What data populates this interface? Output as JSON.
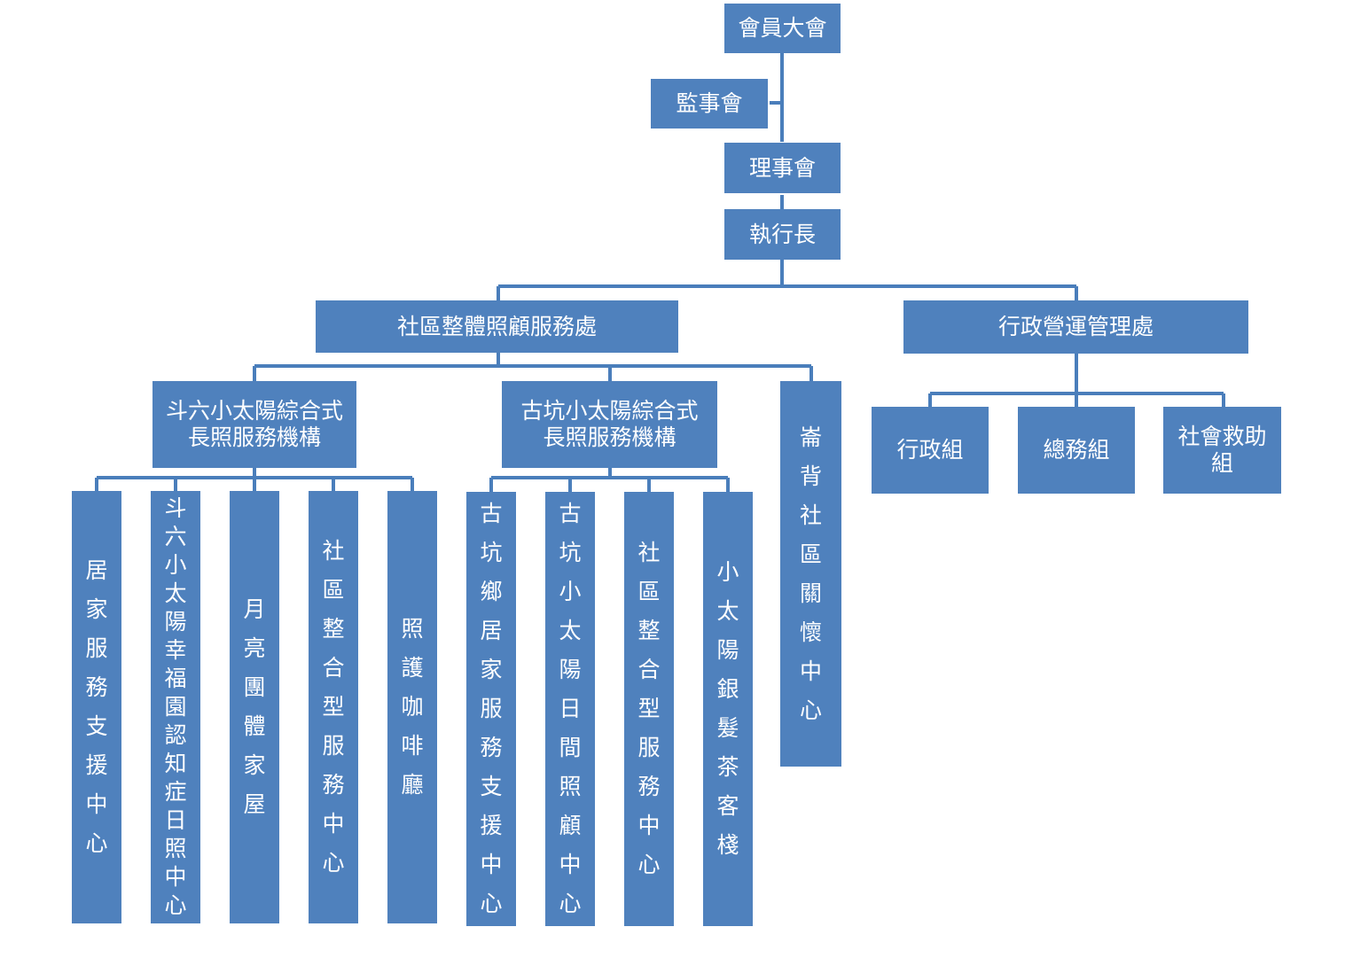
{
  "chart": {
    "general_assembly": "會員大會",
    "supervisors": "監事會",
    "board": "理事會",
    "ceo": "執行長",
    "community_care": "社區整體照顧服務處",
    "admin_ops": "行政營運管理處",
    "douliu_agency": "斗六小太陽綜合式\n長照服務機構",
    "gukeng_agency": "古坑小太陽綜合式\n長照服務機構",
    "lunbei_center": "崙背社區關懷中心",
    "admin_group": "行政組",
    "general_affairs_group": "總務組",
    "social_aid_group": "社會救助\n組",
    "douliu_units": [
      "居家服務支援中心",
      "斗六小太陽幸福園認知症日照中心",
      "月亮團體家屋",
      "社區整合型服務中心",
      "照護咖啡廳"
    ],
    "gukeng_units": [
      "古坑鄉居家服務支援中心",
      "古坑小太陽日間照顧中心",
      "社區整合型服務中心",
      "小太陽銀髮茶客棧"
    ]
  },
  "colors": {
    "box_fill": "#4f81bd",
    "box_text": "#ffffff",
    "connector": "#4a7ebb"
  }
}
